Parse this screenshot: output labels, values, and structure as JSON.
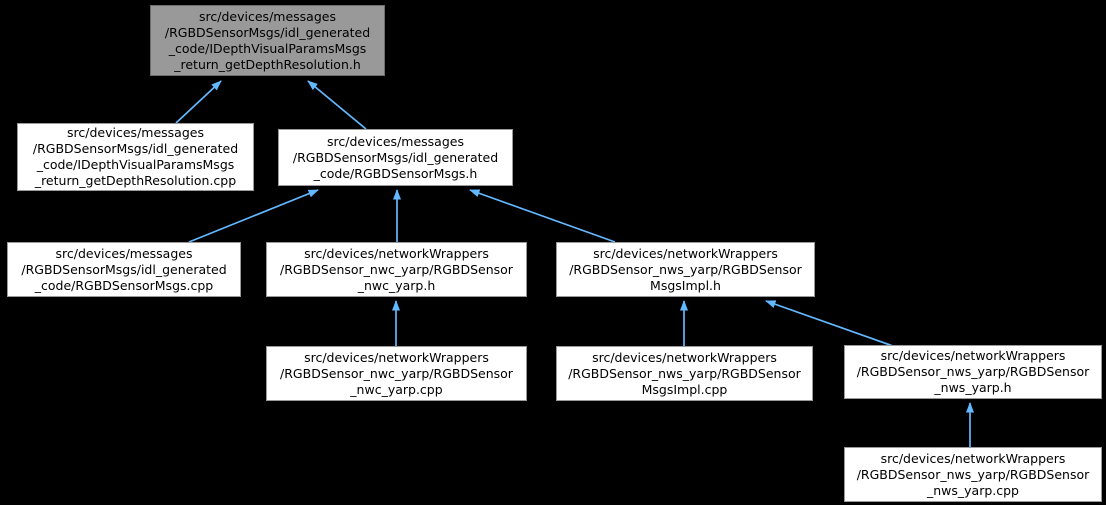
{
  "diagram": {
    "type": "doxygen-include-dependency-graph",
    "colors": {
      "background": "#000000",
      "edge": "#63b8ff",
      "node_fill": "#ffffff",
      "node_border": "#9a9a9a",
      "highlight_node_fill": "#999999",
      "text": "#000000"
    },
    "nodes": [
      {
        "id": "idepthvisualparamsmsgs_return_getdepthresolution_h",
        "label": "src/devices/messages\n/RGBDSensorMsgs/idl_generated\n_code/IDepthVisualParamsMsgs\n_return_getDepthResolution.h",
        "highlighted": true
      },
      {
        "id": "idepthvisualparamsmsgs_return_getdepthresolution_cpp",
        "label": "src/devices/messages\n/RGBDSensorMsgs/idl_generated\n_code/IDepthVisualParamsMsgs\n_return_getDepthResolution.cpp",
        "highlighted": false
      },
      {
        "id": "rgbdsensormsgs_h",
        "label": "src/devices/messages\n/RGBDSensorMsgs/idl_generated\n_code/RGBDSensorMsgs.h",
        "highlighted": false
      },
      {
        "id": "rgbdsensormsgs_cpp",
        "label": "src/devices/messages\n/RGBDSensorMsgs/idl_generated\n_code/RGBDSensorMsgs.cpp",
        "highlighted": false
      },
      {
        "id": "rgbdsensor_nwc_yarp_h",
        "label": "src/devices/networkWrappers\n/RGBDSensor_nwc_yarp/RGBDSensor\n_nwc_yarp.h",
        "highlighted": false
      },
      {
        "id": "rgbdsensormsgsimpl_h",
        "label": "src/devices/networkWrappers\n/RGBDSensor_nws_yarp/RGBDSensor\nMsgsImpl.h",
        "highlighted": false
      },
      {
        "id": "rgbdsensor_nwc_yarp_cpp",
        "label": "src/devices/networkWrappers\n/RGBDSensor_nwc_yarp/RGBDSensor\n_nwc_yarp.cpp",
        "highlighted": false
      },
      {
        "id": "rgbdsensormsgsimpl_cpp",
        "label": "src/devices/networkWrappers\n/RGBDSensor_nws_yarp/RGBDSensor\nMsgsImpl.cpp",
        "highlighted": false
      },
      {
        "id": "rgbdsensor_nws_yarp_h",
        "label": "src/devices/networkWrappers\n/RGBDSensor_nws_yarp/RGBDSensor\n_nws_yarp.h",
        "highlighted": false
      },
      {
        "id": "rgbdsensor_nws_yarp_cpp",
        "label": "src/devices/networkWrappers\n/RGBDSensor_nws_yarp/RGBDSensor\n_nws_yarp.cpp",
        "highlighted": false
      }
    ],
    "edges": [
      {
        "from": "idepthvisualparamsmsgs_return_getdepthresolution_cpp",
        "to": "idepthvisualparamsmsgs_return_getdepthresolution_h"
      },
      {
        "from": "rgbdsensormsgs_h",
        "to": "idepthvisualparamsmsgs_return_getdepthresolution_h"
      },
      {
        "from": "rgbdsensormsgs_cpp",
        "to": "rgbdsensormsgs_h"
      },
      {
        "from": "rgbdsensor_nwc_yarp_h",
        "to": "rgbdsensormsgs_h"
      },
      {
        "from": "rgbdsensormsgsimpl_h",
        "to": "rgbdsensormsgs_h"
      },
      {
        "from": "rgbdsensor_nwc_yarp_cpp",
        "to": "rgbdsensor_nwc_yarp_h"
      },
      {
        "from": "rgbdsensormsgsimpl_cpp",
        "to": "rgbdsensormsgsimpl_h"
      },
      {
        "from": "rgbdsensor_nws_yarp_h",
        "to": "rgbdsensormsgsimpl_h"
      },
      {
        "from": "rgbdsensor_nws_yarp_cpp",
        "to": "rgbdsensor_nws_yarp_h"
      }
    ]
  }
}
